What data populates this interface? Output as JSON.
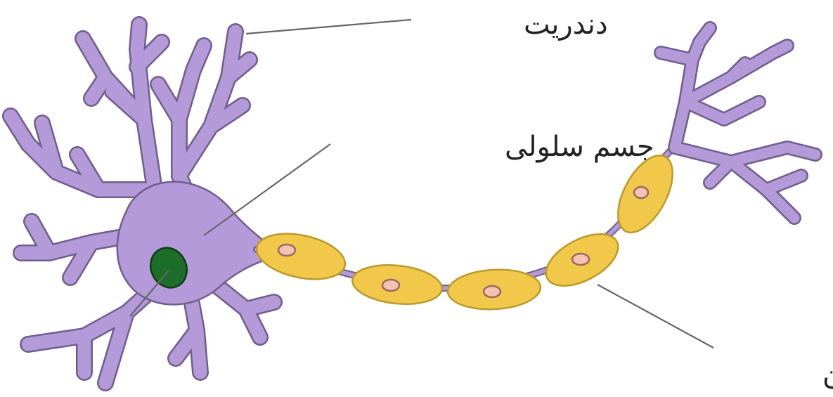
{
  "labels": {
    "dendrite": "دندریت",
    "cell_body": "جسم سلولی",
    "axon": "آکسون"
  },
  "colors": {
    "neuron_fill": "#b49ad8",
    "neuron_outline": "#6f5e8c",
    "myelin_fill": "#f2c84b",
    "myelin_outline": "#b99a2a",
    "schwann_nucleus_fill": "#f3c2b4",
    "schwann_nucleus_outline": "#9c6a5a",
    "cell_nucleus_fill": "#1d6e2a",
    "cell_nucleus_outline": "#0f3d16",
    "pointer_line": "#666666",
    "label_text": "#222222"
  }
}
